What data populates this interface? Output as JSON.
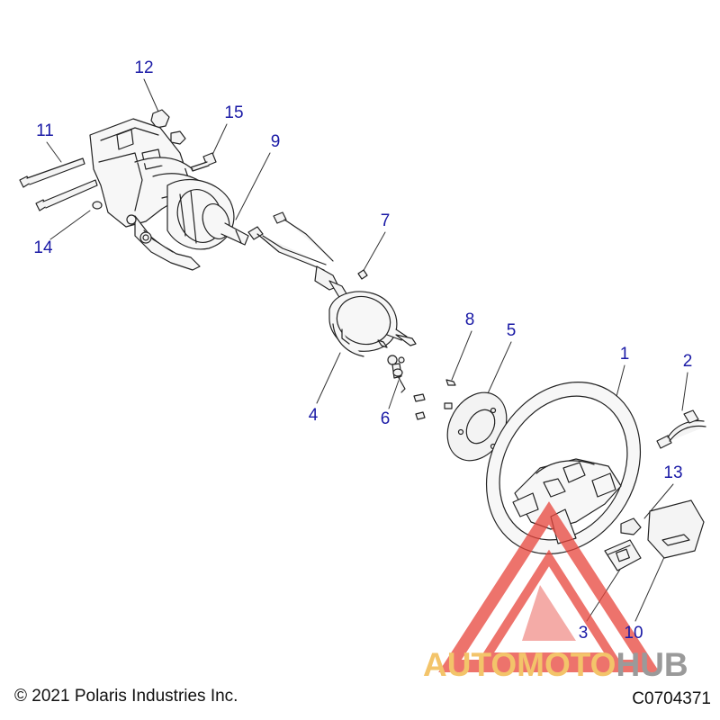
{
  "diagram": {
    "callouts": [
      {
        "id": "c1",
        "text": "1"
      },
      {
        "id": "c2",
        "text": "2"
      },
      {
        "id": "c3",
        "text": "3"
      },
      {
        "id": "c4",
        "text": "4"
      },
      {
        "id": "c5",
        "text": "5"
      },
      {
        "id": "c6",
        "text": "6"
      },
      {
        "id": "c7",
        "text": "7"
      },
      {
        "id": "c8",
        "text": "8"
      },
      {
        "id": "c9",
        "text": "9"
      },
      {
        "id": "c10",
        "text": "10"
      },
      {
        "id": "c11",
        "text": "11"
      },
      {
        "id": "c12",
        "text": "12"
      },
      {
        "id": "c13",
        "text": "13"
      },
      {
        "id": "c14",
        "text": "14"
      },
      {
        "id": "c15",
        "text": "15"
      }
    ],
    "copyright": "© 2021 Polaris Industries Inc.",
    "drawing_code": "C0704371",
    "callout_color": "#1a1aa6"
  },
  "watermark": {
    "text_part1": "AUTOMOTO",
    "text_part2": "HUB",
    "color_primary": "#e8453c",
    "color_secondary": "#f3c46a",
    "color_gray": "#9a9a9a"
  }
}
